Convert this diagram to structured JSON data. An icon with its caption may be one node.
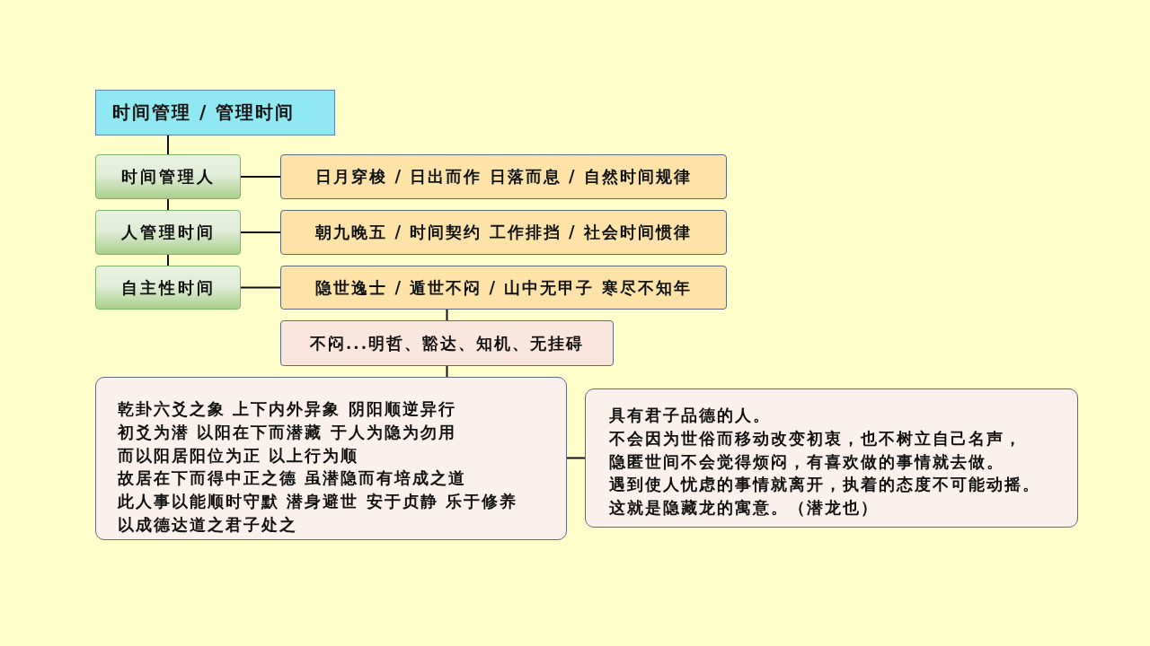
{
  "diagram": {
    "nodes": [
      {
        "text": [
          "时间管理 / 管理时间"
        ]
      },
      {
        "text": [
          "时间管理人"
        ]
      },
      {
        "text": [
          "日月穿梭 / 日出而作 日落而息 / 自然时间规律"
        ]
      },
      {
        "text": [
          "人管理时间"
        ]
      },
      {
        "text": [
          "朝九晚五 / 时间契约 工作排挡 / 社会时间惯律"
        ]
      },
      {
        "text": [
          "自主性时间"
        ]
      },
      {
        "text": [
          "隐世逸士 / 遁世不闷 / 山中无甲子 寒尽不知年"
        ]
      },
      {
        "text": [
          "不闷...明哲、豁达、知机、无挂碍"
        ]
      },
      {
        "text": [
          "乾卦六爻之象 上下内外异象 阴阳顺逆异行",
          "初爻为潜 以阳在下而潜藏 于人为隐为勿用",
          "而以阳居阳位为正 以上行为顺",
          "故居在下而得中正之德 虽潜隐而有培成之道",
          "此人事以能顺时守默 潜身避世 安于贞静 乐于修养",
          "以成德达道之君子处之"
        ]
      },
      {
        "text": [
          "具有君子品德的人。",
          "不会因为世俗而移动改变初衷，也不树立自己名声，",
          "隐匿世间不会觉得烦闷，有喜欢做的事情就去做。",
          "遇到使人忧虑的事情就离开，执着的态度不可能动摇。",
          "这就是隐藏龙的寓意。（潜龙也）"
        ]
      }
    ],
    "edges": [
      {
        "from": 0,
        "to": 1,
        "arrow": "none"
      },
      {
        "from": 1,
        "to": 3,
        "arrow": "none"
      },
      {
        "from": 3,
        "to": 5,
        "arrow": "none"
      },
      {
        "from": 1,
        "to": 2,
        "arrow": "none"
      },
      {
        "from": 3,
        "to": 4,
        "arrow": "none"
      },
      {
        "from": 5,
        "to": 6,
        "arrow": "none"
      },
      {
        "from": 6,
        "to": 7,
        "arrow": "none"
      },
      {
        "from": 7,
        "to": 8,
        "arrow": "none"
      },
      {
        "from": 8,
        "to": 9,
        "arrow": "none"
      }
    ]
  }
}
